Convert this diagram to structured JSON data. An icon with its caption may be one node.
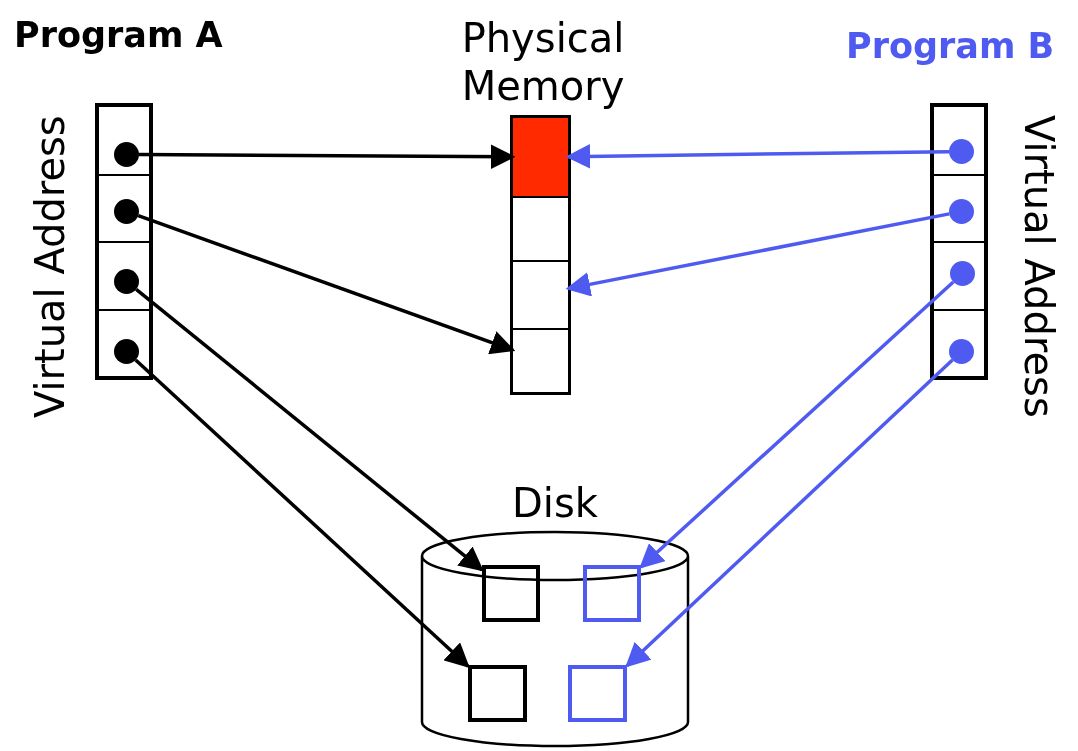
{
  "diagram": {
    "nodes": [
      {
        "text": [
          "Program A"
        ],
        "beside": [
          "Virtual Address"
        ]
      },
      {
        "text": [],
        "shape": "circle",
        "in": 0
      },
      {
        "text": [],
        "shape": "circle",
        "in": 0
      },
      {
        "text": [],
        "shape": "circle",
        "in": 0
      },
      {
        "text": [],
        "shape": "circle",
        "in": 0
      },
      {
        "text": [
          "Physical Memory"
        ]
      },
      {
        "text": [],
        "shape": "box",
        "in": 5
      },
      {
        "text": [],
        "shape": "box",
        "in": 5
      },
      {
        "text": [],
        "shape": "box",
        "in": 5
      },
      {
        "text": [],
        "shape": "box",
        "in": 5
      },
      {
        "text": [
          "Program B"
        ],
        "beside": [
          "Virtual Address"
        ]
      },
      {
        "text": [],
        "shape": "circle",
        "in": 10
      },
      {
        "text": [],
        "shape": "circle",
        "in": 10
      },
      {
        "text": [],
        "shape": "circle",
        "in": 10
      },
      {
        "text": [],
        "shape": "circle",
        "in": 10
      },
      {
        "text": [
          "Disk"
        ]
      },
      {
        "text": [],
        "shape": "box",
        "in": 15
      },
      {
        "text": [],
        "shape": "box",
        "in": 15
      },
      {
        "text": [],
        "shape": "box",
        "in": 15
      },
      {
        "text": [],
        "shape": "box",
        "in": 15
      }
    ],
    "edges": [
      {
        "from": 1,
        "to": 6,
        "arrow": "to"
      },
      {
        "from": 2,
        "to": 9,
        "arrow": "to"
      },
      {
        "from": 3,
        "to": 16,
        "arrow": "to"
      },
      {
        "from": 4,
        "to": 18,
        "arrow": "to"
      },
      {
        "from": 11,
        "to": 6,
        "arrow": "to",
        "color": "#4f5bf0"
      },
      {
        "from": 12,
        "to": 8,
        "arrow": "to",
        "color": "#4f5bf0"
      },
      {
        "from": 13,
        "to": 17,
        "arrow": "to",
        "color": "#4f5bf0"
      },
      {
        "from": 14,
        "to": 19,
        "arrow": "to",
        "color": "#4f5bf0"
      }
    ]
  }
}
